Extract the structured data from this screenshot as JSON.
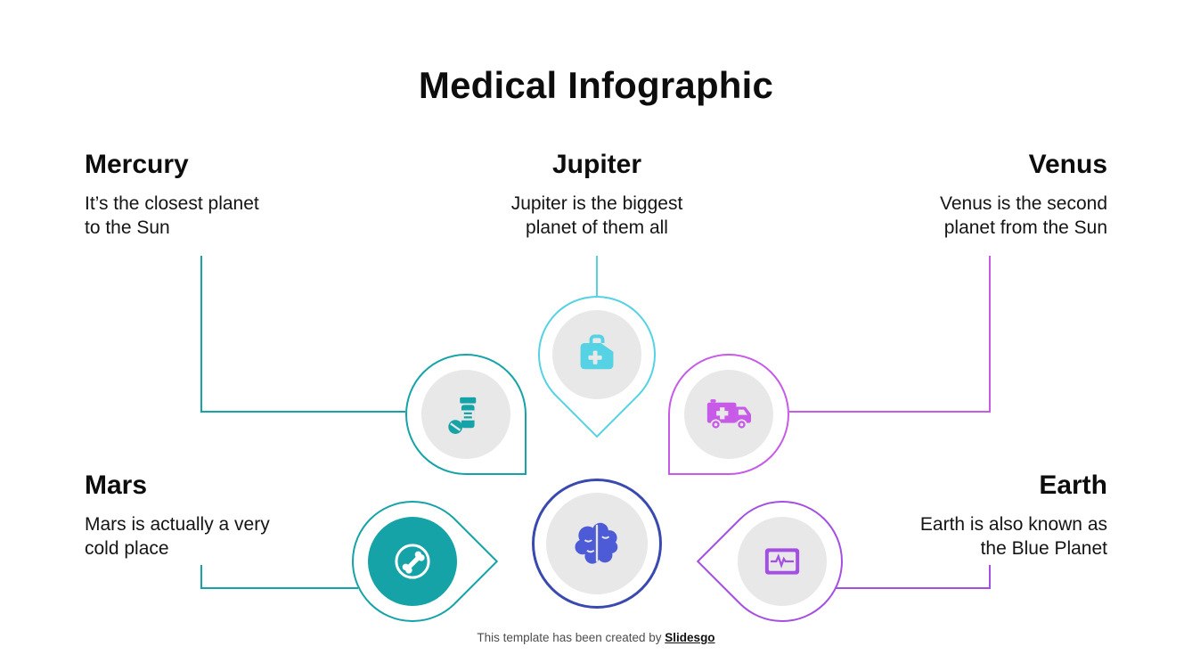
{
  "title": "Medical Infographic",
  "colors": {
    "teal": "#15A3A8",
    "cyan": "#55D2E4",
    "magenta": "#C75BE8",
    "purple": "#A44FE3",
    "indigo": "#3A49B0",
    "icon_indigo": "#4D5BD7",
    "gray_fill": "#E8E8E8",
    "text": "#0D0D0D",
    "white": "#FFFFFF"
  },
  "sections": [
    {
      "id": "mercury",
      "heading": "Mercury",
      "body": "It’s the closest planet\nto the Sun",
      "align": "left",
      "icon": "pill-bottle-icon",
      "accent": "teal"
    },
    {
      "id": "jupiter",
      "heading": "Jupiter",
      "body": "Jupiter is the biggest\nplanet of them all",
      "align": "center",
      "icon": "medical-bag-icon",
      "accent": "cyan"
    },
    {
      "id": "venus",
      "heading": "Venus",
      "body": "Venus is the second\nplanet from the Sun",
      "align": "right",
      "icon": "ambulance-icon",
      "accent": "magenta"
    },
    {
      "id": "mars",
      "heading": "Mars",
      "body": "Mars is actually a very\ncold place",
      "align": "left",
      "icon": "joint-icon",
      "accent": "teal"
    },
    {
      "id": "earth",
      "heading": "Earth",
      "body": "Earth is also known as\nthe Blue Planet",
      "align": "right",
      "icon": "heart-monitor-icon",
      "accent": "purple"
    }
  ],
  "center": {
    "icon": "brain-icon",
    "accent": "indigo"
  },
  "footer": {
    "text": "This template has been created by ",
    "brand": "Slidesgo"
  }
}
